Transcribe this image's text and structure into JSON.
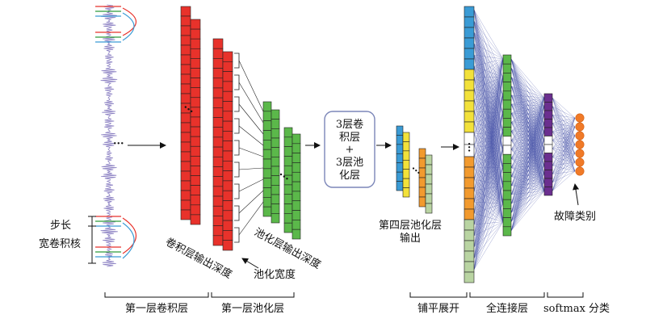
{
  "labels": {
    "stride": "步长",
    "wide_kernel": "宽卷积核",
    "conv_depth": "卷积层输出深度",
    "pool_depth": "池化层输出深度",
    "pool_width": "池化宽度",
    "block_line1": "3层卷",
    "block_line2": "积层",
    "block_plus": "+",
    "block_line3": "3层池",
    "block_line4": "化层",
    "fourth_pool_line1": "第四层池化层",
    "fourth_pool_line2": "输出",
    "fault_class": "故障类别",
    "dots": "···"
  },
  "sections": {
    "conv1": "第一层卷积层",
    "pool1": "第一层池化层",
    "flatten": "铺平展开",
    "fc": "全连接层",
    "softmax": "softmax 分类"
  },
  "colors": {
    "red": "#e8322b",
    "green": "#5bb84a",
    "blue": "#3a9bd5",
    "yellow": "#f2e13a",
    "orange": "#f29a2e",
    "sage": "#b9d4a2",
    "dark_green": "#2f8a2f",
    "purple": "#6b2f8f",
    "node_orange": "#f07a28",
    "edge_blue": "#3d4aa3",
    "signal": "#8a7fc2"
  }
}
